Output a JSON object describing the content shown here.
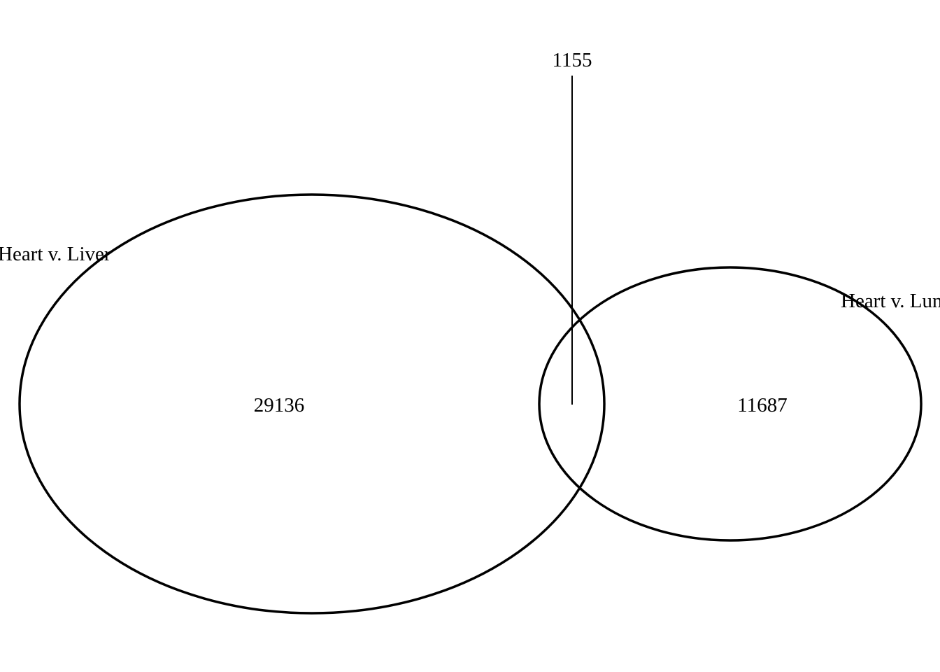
{
  "venn": {
    "sets": [
      {
        "label": "Heart v. Liver",
        "only_count": "29136"
      },
      {
        "label": "Heart v. Lung",
        "only_count": "11687"
      }
    ],
    "intersection_count": "1155",
    "colors": {
      "stroke": "#000000",
      "text": "#000000",
      "background": "#ffffff"
    }
  }
}
